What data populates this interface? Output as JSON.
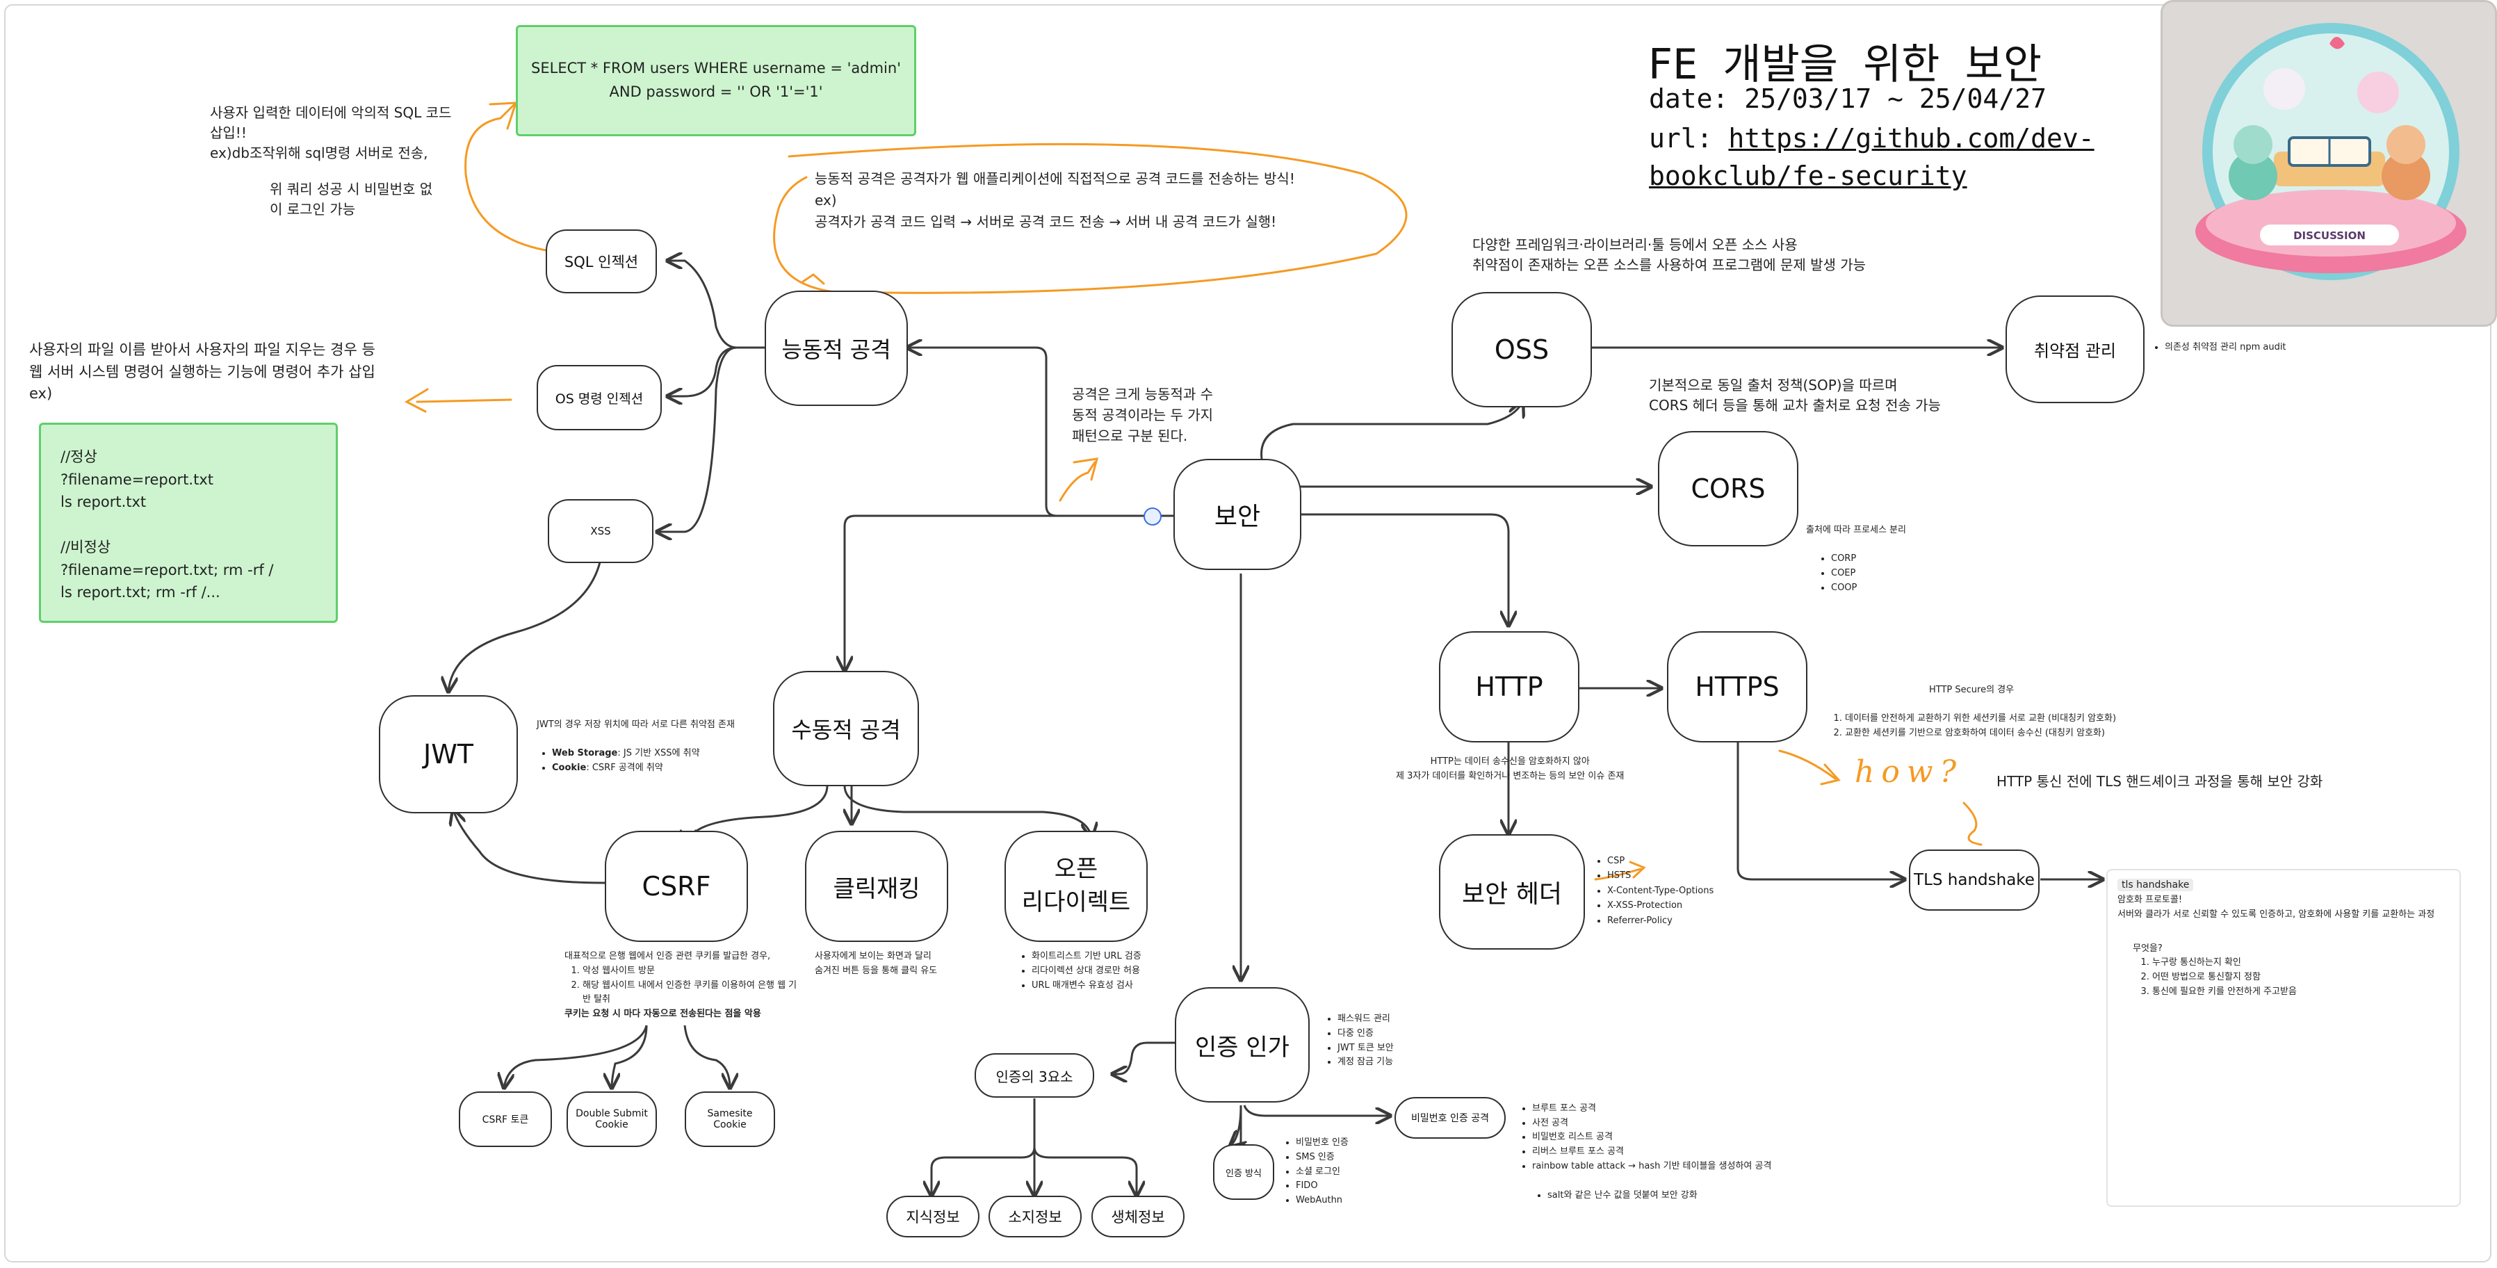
{
  "header": {
    "title": "FE 개발을 위한 보안",
    "date": "date: 25/03/17 ~ 25/04/27",
    "url_prefix": "url: ",
    "url_line1": "https://github.com/dev-",
    "url_line2": "bookclub/fe-security"
  },
  "logo": {
    "caption": "DISCUSSION"
  },
  "nodes": {
    "security": "보안",
    "active_attack": "능동적 공격",
    "passive_attack": "수동적 공격",
    "sql_injection": "SQL 인젝션",
    "os_injection": "OS 명령 인젝션",
    "xss": "XSS",
    "jwt": "JWT",
    "csrf": "CSRF",
    "clickjacking": "클릭재킹",
    "open_redirect": "오픈\n리다이렉트",
    "csrf_token": "CSRF 토큰",
    "double_submit": "Double Submit\nCookie",
    "samesite": "Samesite\nCookie",
    "auth": "인증 인가",
    "auth_3": "인증의 3요소",
    "knowledge": "지식정보",
    "possession": "소지정보",
    "biometric": "생체정보",
    "auth_method": "인증 방식",
    "password_attack": "비밀번호 인증 공격",
    "oss": "OSS",
    "vuln_mgmt": "취약점 관리",
    "cors": "CORS",
    "http": "HTTP",
    "https": "HTTPS",
    "security_headers": "보안 헤더",
    "tls_handshake": "TLS handshake"
  },
  "notes": {
    "sql_query": "SELECT * FROM users WHERE username = 'admin'\nAND password = '' OR '1'='1'",
    "sql_desc": "사용자 입력한 데이터에 악의적 SQL 코드\n삽입!!\nex)db조작위해 sql명령 서버로 전송,",
    "sql_desc2": "위 쿼리 성공 시 비밀번호 없\n이 로그인 가능",
    "active_desc": "능동적 공격은 공격자가 웹 애플리케이션에 직접적으로 공격 코드를 전송하는 방식!\nex)\n공격자가 공격 코드 입력 → 서버로 공격 코드 전송 → 서버 내 공격 코드가 실행!",
    "os_desc": "사용자의 파일 이름 받아서 사용자의 파일 지우는 경우 등\n웹 서버 시스템 명령어 실행하는 기능에 명령어 추가 삽입\nex)",
    "os_example": "//정상\n?filename=report.txt\nls report.txt\n\n//비정상\n?filename=report.txt; rm -rf /\nls report.txt; rm -rf /...",
    "attack_types": "공격은 크게 능동적과 수\n동적 공격이라는 두 가지\n패턴으로 구분 된다.",
    "jwt_title": "JWT의 경우 저장 위치에 따라 서로 다른 취약점 존재",
    "jwt_items": [
      {
        "bold": "Web Storage",
        "text": ": JS 기반 XSS에 취약"
      },
      {
        "bold": "Cookie",
        "text": ": CSRF 공격에 취약"
      }
    ],
    "csrf_desc": "대표적으로 은행 웹에서 인증 관련 쿠키를 발급한 경우,",
    "csrf_steps": [
      "악성 웹사이트 방문",
      "해당 웹사이트 내에서 인증한 쿠키를 이용하여 은행 웹 기반 탈취"
    ],
    "csrf_bold": "쿠키는 요청 시 마다 자동으로 전송된다는 점을 악용",
    "click_desc": "사용자에게 보이는 화면과 달리\n숨겨진 버튼 등을 통해 클릭 유도",
    "redirect_items": [
      "화이트리스트 기반 URL 검증",
      "리다이렉션 상대 경로만 허용",
      "URL 매개변수 유효성 검사"
    ],
    "auth_items": [
      "패스워드 관리",
      "다중 인증",
      "JWT 토큰 보안",
      "계정 잠금 기능"
    ],
    "auth_method_items": [
      "비밀번호 인증",
      "SMS 인증",
      "소셜 로그인",
      "FIDO",
      "WebAuthn"
    ],
    "password_attack_items": [
      "브루트 포스 공격",
      "사전 공격",
      "비밀번호 리스트 공격",
      "리버스 브루트 포스 공격",
      "rainbow table attack → hash 기반 테이블을 생성하여 공격"
    ],
    "password_attack_sub": "salt와 같은 난수 값을 덧붙여 보안 강화",
    "oss_desc": "다양한 프레임워크·라이브러리·툴 등에서 오픈 소스 사용\n취약점이 존재하는 오픈 소스를 사용하여 프로그램에 문제 발생 가능",
    "vuln_items": [
      "의존성 취약점 관리 npm audit"
    ],
    "cors_desc": "기본적으로 동일 출처 정책(SOP)을 따르며\nCORS 헤더 등을 통해 교차 출처로 요청 전송 가능",
    "cors_sub_title": "출처에 따라 프로세스 분리",
    "cors_items": [
      "CORP",
      "COEP",
      "COOP"
    ],
    "http_desc": "HTTP는 데이터 송수신을 암호화하지 않아\n제 3자가 데이터를 확인하거나 변조하는 등의 보안 이슈 존재",
    "https_title": "HTTP Secure의 경우",
    "https_steps": [
      "데이터를 안전하게 교환하기 위한 세션키를 서로 교환 (비대칭키 암호화)",
      "교환한 세션키를 기반으로 암호화하여 데이터 송수신 (대칭키 암호화)"
    ],
    "header_items": [
      "CSP",
      "HSTS",
      "X-Content-Type-Options",
      "X-XSS-Protection",
      "Referrer-Policy"
    ],
    "tls_desc": "HTTP 통신 전에 TLS 핸드셰이크 과정을 통해 보안 강화",
    "tls_card_tag": "tls handshake",
    "tls_card_line1": "암호화 프로토콜!",
    "tls_card_line2": "서버와 클라가 서로 신뢰할 수 있도록 인증하고, 암호화에 사용할 키를 교환하는 과정",
    "tls_card_q": "무엇을?",
    "tls_card_steps": [
      "누구랑 통신하는지 확인",
      "어떤 방법으로 통신할지 정함",
      "통신에 필요한 키를 안전하게 주고받음"
    ],
    "how_scribble": "how?"
  },
  "colors": {
    "accent_orange": "#f59a23",
    "green_fill": "#cdf4cf",
    "green_border": "#5fcf6a",
    "stroke": "#3a3a3a",
    "link": "#111111"
  }
}
